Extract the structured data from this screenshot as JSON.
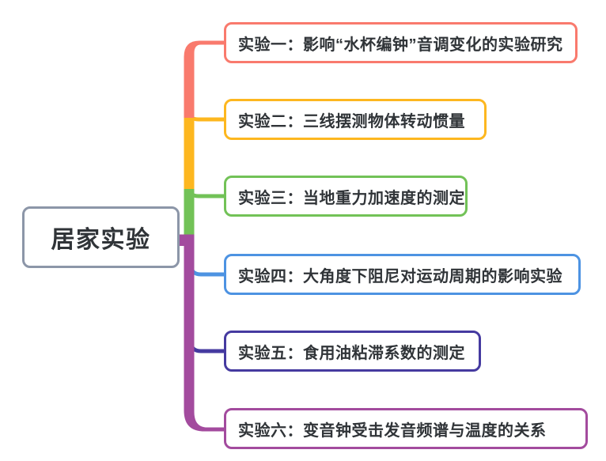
{
  "root": {
    "label": "居家实验",
    "color": "#8c96a8"
  },
  "experiments": [
    {
      "label": "实验一：影响“水杯编钟”音调变化的实验研究",
      "color": "#f97a6d"
    },
    {
      "label": "实验二：三线摆测物体转动惯量",
      "color": "#fdb71f"
    },
    {
      "label": "实验三：当地重力加速度的测定",
      "color": "#72c257"
    },
    {
      "label": "实验四：大角度下阻尼对运动周期的影响实验",
      "color": "#4d93e2"
    },
    {
      "label": "实验五：食用油粘滞系数的测定",
      "color": "#453aa0"
    },
    {
      "label": "实验六：变音钟受击发音频谱与温度的关系",
      "color": "#a34b9e"
    }
  ],
  "canvas": {
    "background": "#ffffff",
    "text_color": "#303438"
  }
}
